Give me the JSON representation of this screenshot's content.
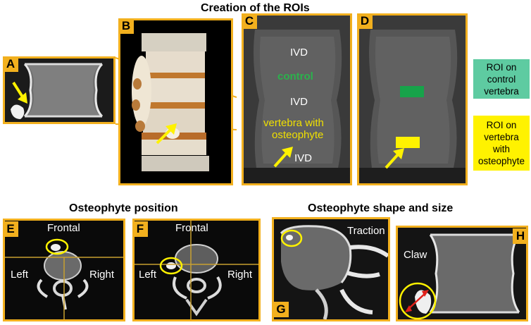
{
  "sections": {
    "top_title": "Creation of the ROIs",
    "position_title": "Osteophyte position",
    "shape_title": "Osteophyte shape and size"
  },
  "panels": {
    "A": {
      "letter": "A"
    },
    "B": {
      "letter": "B"
    },
    "C": {
      "letter": "C",
      "labels": [
        "IVD",
        "control",
        "IVD",
        "vertebra with",
        "osteophyte",
        "IVD"
      ]
    },
    "D": {
      "letter": "D"
    },
    "E": {
      "letter": "E",
      "frontal": "Frontal",
      "left": "Left",
      "right": "Right"
    },
    "F": {
      "letter": "F",
      "frontal": "Frontal",
      "left": "Left",
      "right": "Right"
    },
    "G": {
      "letter": "G",
      "traction": "Traction"
    },
    "H": {
      "letter": "H",
      "claw": "Claw"
    }
  },
  "legend": {
    "control": {
      "line1": "ROI on",
      "line2": "control",
      "line3": "vertebra",
      "color": "#5ecba1"
    },
    "osteophyte": {
      "line1": "ROI on",
      "line2": "vertebra",
      "line3": "with",
      "line4": "osteophyte",
      "color": "#fff200"
    }
  },
  "colors": {
    "accent": "#f2b01e",
    "arrow_yellow": "#fff200",
    "label_green": "#2bb24c",
    "label_yellow": "#f0e000",
    "measure_red": "#e0201a"
  }
}
